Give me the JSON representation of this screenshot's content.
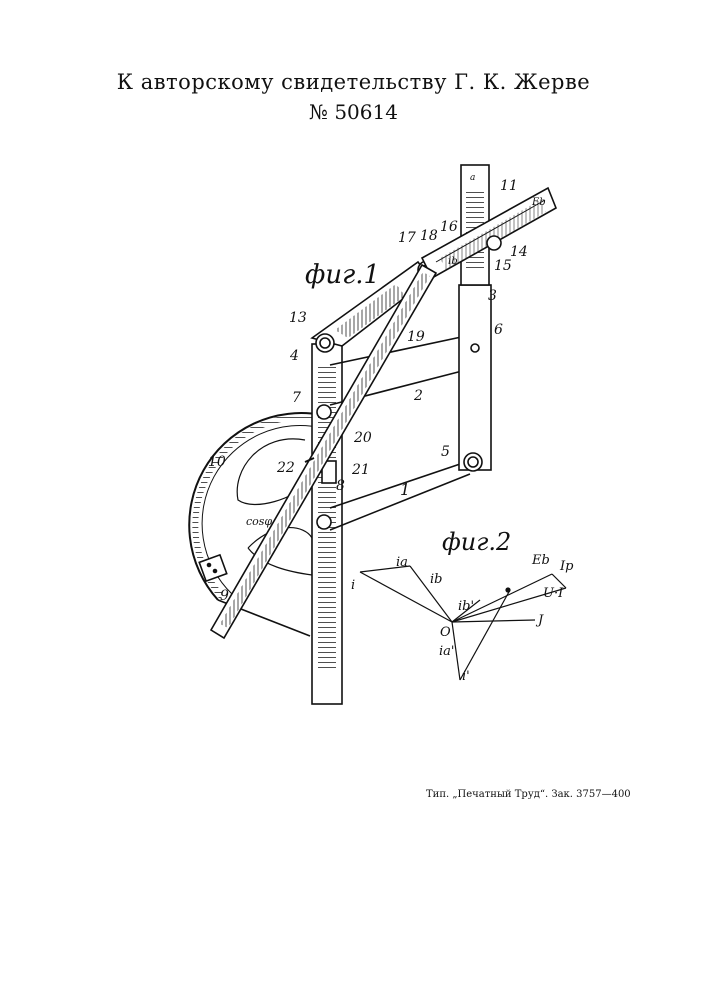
{
  "header": {
    "title": "К авторскому свидетельству Г. К. Жерве",
    "number": "№ 50614"
  },
  "figure1": {
    "caption": "фиг.1",
    "part_numbers": [
      "1",
      "2",
      "3",
      "4",
      "5",
      "6",
      "7",
      "8",
      "9",
      "10",
      "11",
      "13",
      "14",
      "15",
      "16",
      "17",
      "18",
      "19",
      "20",
      "21",
      "22"
    ],
    "scale_labels": [
      "cosφ",
      "Eb",
      "ib",
      "a"
    ]
  },
  "figure2": {
    "caption": "фиг.2",
    "vector_labels": [
      "ia",
      "ib",
      "i",
      "ib'",
      "O",
      "ia'",
      "i'",
      "Eb",
      "Ip",
      "U·I",
      "J"
    ]
  },
  "footer": {
    "imprint": "Тип. „Печатный Труд“. Зак. 3757—400"
  }
}
